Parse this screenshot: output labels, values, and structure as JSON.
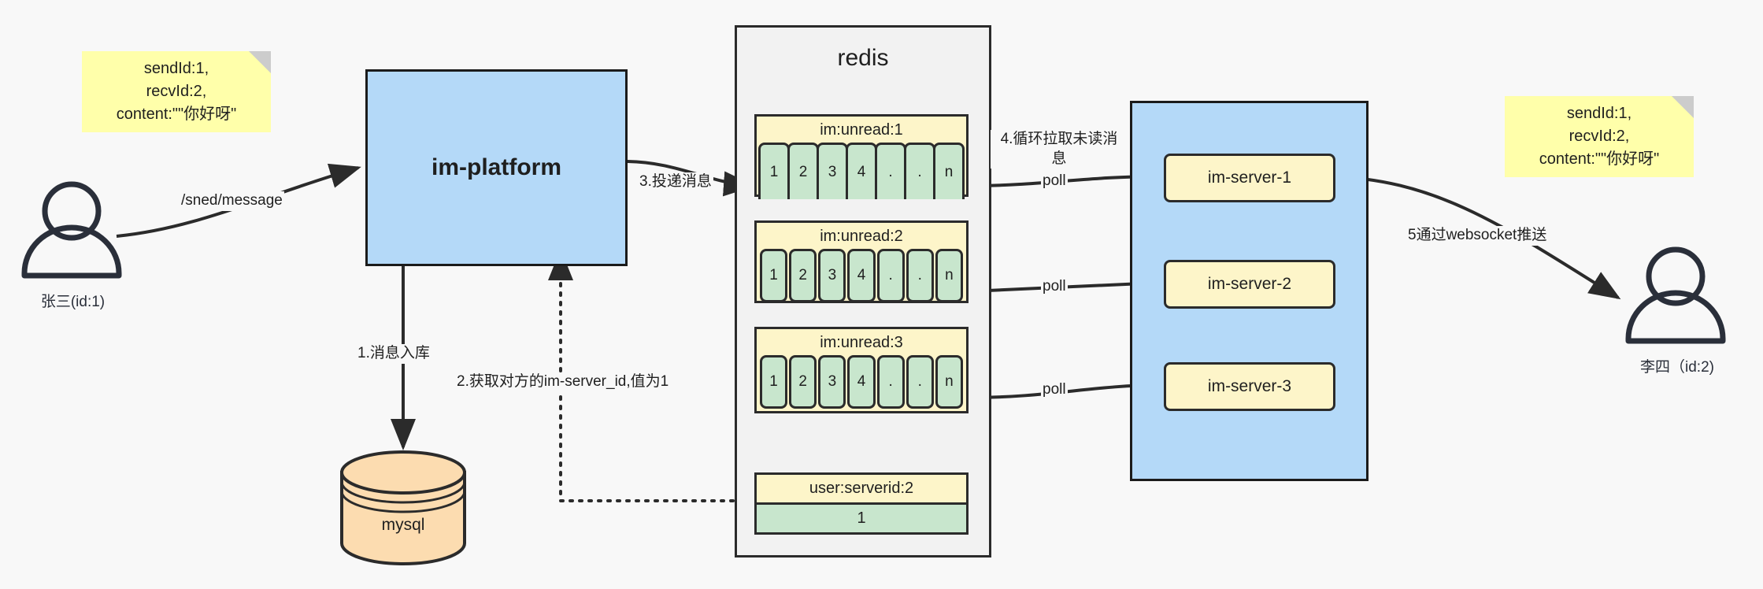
{
  "diagram": {
    "title": "IM message delivery architecture",
    "colors": {
      "note": "#ffffaa",
      "note_fold": "#cccccc",
      "blue_box": "#b4d9f8",
      "yellow_box": "#fdf5c9",
      "green_cell": "#c8e6cd",
      "db_orange": "#fcdcb0",
      "stroke": "#2b2b2b",
      "background": "#f8f8f8"
    },
    "notes": [
      {
        "name": "note-left",
        "text": "sendId:1,\nrecvId:2,\ncontent:\"\"你好呀\""
      },
      {
        "name": "note-right",
        "text": "sendId:1,\nrecvId:2,\ncontent:\"\"你好呀\""
      }
    ],
    "actors": [
      {
        "name": "user-sender",
        "label": "张三(id:1)"
      },
      {
        "name": "user-receiver",
        "label": "李四（id:2)"
      }
    ],
    "platform": {
      "label": "im-platform"
    },
    "database": {
      "label": "mysql"
    },
    "redis": {
      "title": "redis",
      "lists": [
        {
          "key": "im:unread:1",
          "cells": [
            "1",
            "2",
            "3",
            "4",
            ".",
            ".",
            "n"
          ],
          "style": "top"
        },
        {
          "key": "im:unread:2",
          "cells": [
            "1",
            "2",
            "3",
            "4",
            ".",
            ".",
            "n"
          ],
          "style": "round"
        },
        {
          "key": "im:unread:3",
          "cells": [
            "1",
            "2",
            "3",
            "4",
            ".",
            ".",
            "n"
          ],
          "style": "round"
        }
      ],
      "kv": {
        "key": "user:serverid:2",
        "value": "1"
      }
    },
    "servers": {
      "items": [
        {
          "label": "im-server-1"
        },
        {
          "label": "im-server-2"
        },
        {
          "label": "im-server-3"
        }
      ]
    },
    "edges": [
      {
        "name": "edge-send-message",
        "label": "/sned/message"
      },
      {
        "name": "edge-store-message",
        "label": "1.消息入库"
      },
      {
        "name": "edge-get-server-id",
        "label": "2.获取对方的im-server_id,值为1"
      },
      {
        "name": "edge-deliver-message",
        "label": "3.投递消息"
      },
      {
        "name": "edge-poll-unread",
        "label": "4.循环拉取未读消\n息"
      },
      {
        "name": "edge-poll-1",
        "label": "poll"
      },
      {
        "name": "edge-poll-2",
        "label": "poll"
      },
      {
        "name": "edge-poll-3",
        "label": "poll"
      },
      {
        "name": "edge-websocket-push",
        "label": "5通过websocket推送"
      }
    ]
  }
}
